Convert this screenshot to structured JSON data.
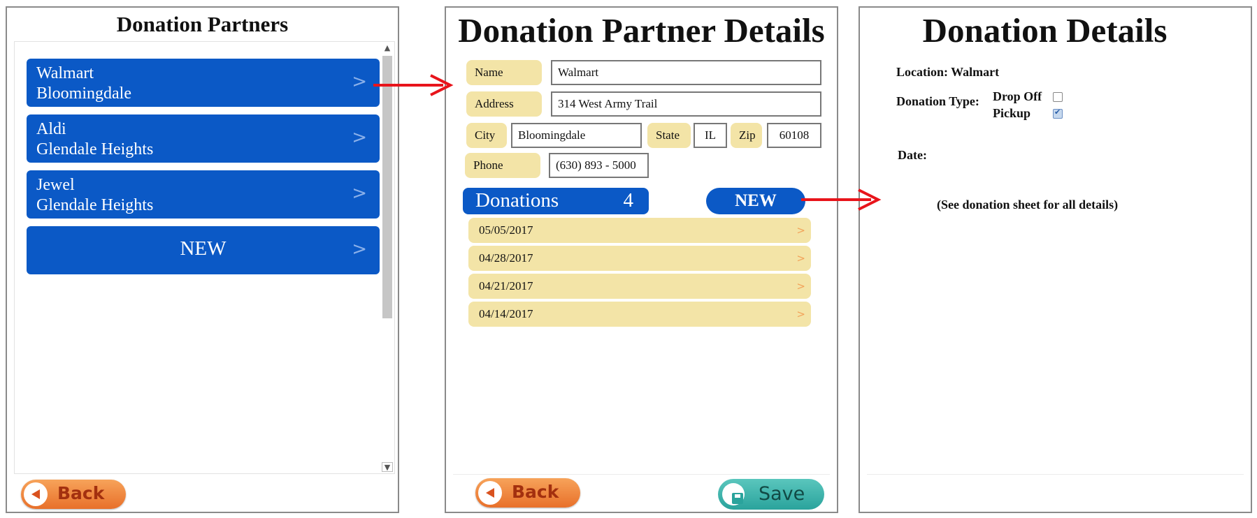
{
  "partners_panel": {
    "title": "Donation Partners",
    "items": [
      {
        "line1": "Walmart",
        "line2": "Bloomingdale",
        "chevron": ">"
      },
      {
        "line1": "Aldi",
        "line2": "Glendale Heights",
        "chevron": ">"
      },
      {
        "line1": "Jewel",
        "line2": "Glendale Heights",
        "chevron": ">"
      }
    ],
    "new_item": {
      "label": "NEW",
      "chevron": ">"
    },
    "back_label": "Back"
  },
  "details_panel": {
    "title": "Donation Partner Details",
    "fields": {
      "name_label": "Name",
      "name_value": "Walmart",
      "address_label": "Address",
      "address_value": "314 West Army Trail",
      "city_label": "City",
      "city_value": "Bloomingdale",
      "state_label": "State",
      "state_value": "IL",
      "zip_label": "Zip",
      "zip_value": "60108",
      "phone_label": "Phone",
      "phone_value": "(630) 893 - 5000"
    },
    "donations_label": "Donations",
    "donations_count": "4",
    "new_label": "NEW",
    "donations": [
      {
        "date": "05/05/2017",
        "chevron": ">"
      },
      {
        "date": "04/28/2017",
        "chevron": ">"
      },
      {
        "date": "04/21/2017",
        "chevron": ">"
      },
      {
        "date": "04/14/2017",
        "chevron": ">"
      }
    ],
    "back_label": "Back",
    "save_label": "Save"
  },
  "donation_panel": {
    "title": "Donation Details",
    "location_text": "Location: Walmart",
    "type_label": "Donation Type:",
    "drop_off_label": "Drop Off",
    "drop_off_checked": false,
    "pickup_label": "Pickup",
    "pickup_checked": true,
    "date_label": "Date:",
    "note": "(See donation sheet for all details)"
  },
  "colors": {
    "accent_blue": "#0b59c6",
    "field_label_bg": "#f3e4a7",
    "back_orange": "#e8702a",
    "save_teal": "#2aa39c",
    "arrow_red": "#e8141b"
  }
}
